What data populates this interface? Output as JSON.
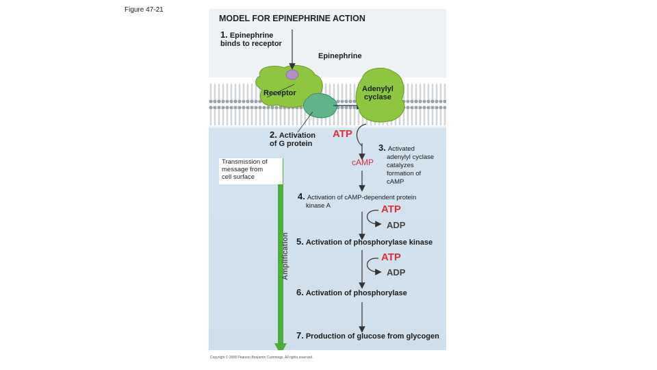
{
  "figure_label": "Figure 47-21",
  "title": "MODEL FOR EPINEPHRINE ACTION",
  "step1": {
    "num": "1.",
    "line1": "Epinephrine",
    "line2": "binds to receptor"
  },
  "epinephrine_label": "Epinephrine",
  "receptor_label": "Receptor",
  "adenylyl_label": {
    "line1": "Adenylyl",
    "line2": "cyclase"
  },
  "step2": {
    "num": "2.",
    "line1": "Activation",
    "line2": "of G protein"
  },
  "atp_top": "ATP",
  "camp": "cAMP",
  "step3": {
    "num": "3.",
    "line1": "Activated",
    "line2": "adenylyl cyclase",
    "line3": "catalyzes",
    "line4": "formation of",
    "line5": "cAMP"
  },
  "transmission": {
    "line1": "Transmission of",
    "line2": "message from",
    "line3": "cell surface"
  },
  "amplification": "Amplification",
  "step4": {
    "num": "4.",
    "line1": "Activation of cAMP-dependent protein",
    "line2": "kinase A"
  },
  "cycle1": {
    "atp": "ATP",
    "adp": "ADP"
  },
  "step5": {
    "num": "5.",
    "text": "Activation of phosphorylase kinase"
  },
  "cycle2": {
    "atp": "ATP",
    "adp": "ADP"
  },
  "step6": {
    "num": "6.",
    "text": "Activation of phosphorylase"
  },
  "step7": {
    "num": "7.",
    "text": "Production of glucose from glycogen"
  },
  "copyright": "Copyright © 2008 Pearson Benjamin Cummings. All rights reserved.",
  "colors": {
    "protein_green": "#8ec63f",
    "g_protein": "#5fb48a",
    "atp_red": "#d9303a",
    "amp_arrow": "#4caf3a"
  }
}
